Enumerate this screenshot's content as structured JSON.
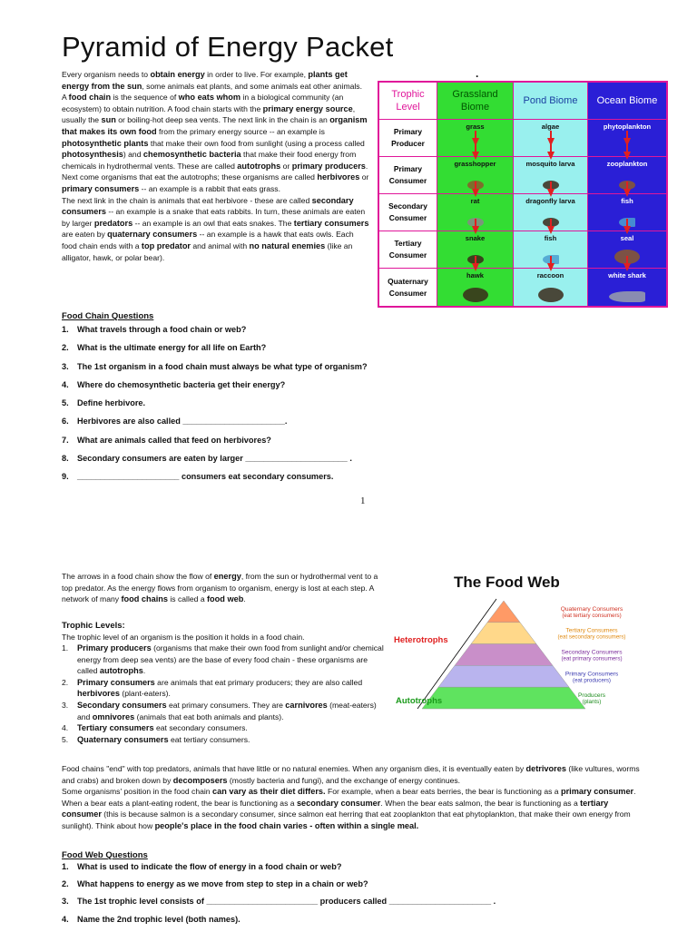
{
  "page1": {
    "title": "Pyramid of Energy Packet",
    "dot": ".",
    "intro": [
      {
        "t": "Every organism needs to "
      },
      {
        "b": "obtain energy"
      },
      {
        "t": " in order to live.  For example, "
      },
      {
        "b": "plants get energy from the sun"
      },
      {
        "t": ", some animals eat plants, and some animals eat other animals."
      },
      {
        "br": true
      },
      {
        "t": "A "
      },
      {
        "b": "food chain"
      },
      {
        "t": " is the sequence of "
      },
      {
        "b": "who eats whom"
      },
      {
        "t": " in a biological community (an ecosystem) to obtain nutrition.  A food chain starts with the "
      },
      {
        "b": "primary energy source"
      },
      {
        "t": ", usually the "
      },
      {
        "b": "sun"
      },
      {
        "t": " or boiling-hot deep sea vents.  The next link in the chain is an "
      },
      {
        "b": "organism that makes its own food"
      },
      {
        "t": " from the primary energy source -- an example is "
      },
      {
        "b": "photosynthetic plants"
      },
      {
        "t": " that make their own food from sunlight (using a process called "
      },
      {
        "b": "photosynthesis"
      },
      {
        "t": ") and "
      },
      {
        "b": "chemosynthetic bacteria"
      },
      {
        "t": " that make their food energy from chemicals in hydrothermal vents.  These are called "
      },
      {
        "b": "autotrophs"
      },
      {
        "t": " or "
      },
      {
        "b": "primary producers"
      },
      {
        "t": "."
      },
      {
        "br": true
      },
      {
        "t": "Next come organisms that eat the autotrophs; these organisms are called "
      },
      {
        "b": "herbivores"
      },
      {
        "t": " or "
      },
      {
        "b": "primary consumers"
      },
      {
        "t": " -- an example is a rabbit that eats grass."
      },
      {
        "br": true
      },
      {
        "t": "The next link in the chain is animals that eat herbivore - these are called "
      },
      {
        "b": "secondary consumers"
      },
      {
        "t": " -- an example is a snake that eats rabbits.  In turn, these animals are eaten by larger "
      },
      {
        "b": "predators"
      },
      {
        "t": " -- an example is an owl that eats snakes.  The "
      },
      {
        "b": "tertiary consumers"
      },
      {
        "t": " are eaten by "
      },
      {
        "b": "quaternary consumers"
      },
      {
        "t": " -- an example is a hawk that eats owls.  Each food chain ends with a "
      },
      {
        "b": "top predator"
      },
      {
        "t": " and animal with "
      },
      {
        "b": "no natural enemies"
      },
      {
        "t": " (like an alligator, hawk, or polar bear)."
      }
    ],
    "food_chain_questions": {
      "heading": "Food Chain Questions",
      "items": [
        {
          "num": "1.",
          "text": "What travels through a food chain or web?"
        },
        {
          "num": "2.",
          "text": "What is the ultimate energy for all life on Earth?"
        },
        {
          "num": "3.",
          "text": "The 1st organism in a food chain must always be what type of organism?"
        },
        {
          "num": "4.",
          "text": "Where do chemosynthetic bacteria get their energy?"
        },
        {
          "num": "5.",
          "text": "Define herbivore."
        },
        {
          "num": "6.",
          "text": "Herbivores are also called ______________________."
        },
        {
          "num": "7.",
          "text": "What are animals called that feed on herbivores?"
        },
        {
          "num": "8.",
          "text": "Secondary consumers are eaten by larger ______________________ ."
        },
        {
          "num": "9.",
          "text": "______________________ consumers eat secondary consumers."
        }
      ]
    },
    "page_number": "1"
  },
  "trophic_table": {
    "headers": [
      "Trophic Level",
      "Grassland Biome",
      "Pond Biome",
      "Ocean Biome"
    ],
    "rows": [
      {
        "level": "Primary Producer",
        "grassland": "grass",
        "pond": "algae",
        "ocean": "phytoplankton"
      },
      {
        "level": "Primary Consumer",
        "grassland": "grasshopper",
        "pond": "mosquito larva",
        "ocean": "zooplankton"
      },
      {
        "level": "Secondary Consumer",
        "grassland": "rat",
        "pond": "dragonfly larva",
        "ocean": "fish"
      },
      {
        "level": "Tertiary Consumer",
        "grassland": "snake",
        "pond": "fish",
        "ocean": "seal"
      },
      {
        "level": "Quaternary Consumer",
        "grassland": "hawk",
        "pond": "raccoon",
        "ocean": "white shark"
      }
    ],
    "colors": {
      "border": "#e0169a",
      "grassland": "#33dd33",
      "pond": "#99f0ee",
      "ocean": "#2a1fd6",
      "arrow": "#e02020"
    }
  },
  "page2": {
    "intro": [
      {
        "t": "The arrows in a food chain show the flow of "
      },
      {
        "b": "energy"
      },
      {
        "t": ", from the sun or hydrothermal vent to a top predator.  As the energy flows from organism to organism, energy is lost at each step.  A network of many "
      },
      {
        "b": "food chains"
      },
      {
        "t": " is called a "
      },
      {
        "b": "food web"
      },
      {
        "t": "."
      }
    ],
    "trophic_levels_heading": "Trophic Levels:",
    "trophic_levels_intro": "The trophic level of an organism is the position it holds in a food chain.",
    "trophic_levels": [
      {
        "num": "1.",
        "parts": [
          {
            "b": "Primary producers"
          },
          {
            "t": " (organisms that make their own food from sunlight and/or chemical energy from deep sea vents) are the base of every food chain - these organisms are called "
          },
          {
            "b": "autotrophs"
          },
          {
            "t": "."
          }
        ]
      },
      {
        "num": "2.",
        "parts": [
          {
            "b": "Primary consumers"
          },
          {
            "t": " are animals that eat primary producers; they are also called "
          },
          {
            "b": "herbivores"
          },
          {
            "t": " (plant-eaters)."
          }
        ]
      },
      {
        "num": "3.",
        "parts": [
          {
            "b": "Secondary consumers"
          },
          {
            "t": " eat primary consumers.  They are "
          },
          {
            "b": "carnivores"
          },
          {
            "t": " (meat-eaters) and "
          },
          {
            "b": "omnivores"
          },
          {
            "t": " (animals that eat both animals and plants)."
          }
        ]
      },
      {
        "num": "4.",
        "parts": [
          {
            "b": "Tertiary consumers"
          },
          {
            "t": " eat secondary consumers."
          }
        ]
      },
      {
        "num": "5.",
        "parts": [
          {
            "b": "Quaternary consumers"
          },
          {
            "t": " eat tertiary consumers."
          }
        ]
      }
    ],
    "endnote": [
      {
        "t": "Food chains \"end\" with top predators, animals that have little or no natural enemies.  When any organism dies, it is eventually eaten by "
      },
      {
        "b": "detrivores"
      },
      {
        "t": " (like vultures, worms and crabs) and broken down by "
      },
      {
        "b": "decomposers"
      },
      {
        "t": " (mostly bacteria and fungi), and the exchange of energy continues."
      },
      {
        "br": true
      },
      {
        "t": "Some organisms' position in the food chain "
      },
      {
        "b": "can vary as their diet differs."
      },
      {
        "t": "  For example, when a bear eats berries, the bear is functioning as a "
      },
      {
        "b": "primary consumer"
      },
      {
        "t": ".  When a bear eats a plant-eating rodent, the bear is functioning as a "
      },
      {
        "b": "secondary consumer"
      },
      {
        "t": ".  When the bear eats salmon, the bear is functioning as a "
      },
      {
        "b": "tertiary consumer"
      },
      {
        "t": " (this is because salmon is a secondary consumer, since salmon eat herring that eat zooplankton that eat phytoplankton, that make their own energy from sunlight).  Think about how "
      },
      {
        "b": "people's place in the food chain varies - often within a single meal."
      }
    ],
    "food_web_questions": {
      "heading": "Food Web Questions",
      "items": [
        {
          "num": "1.",
          "text": "What is used to indicate the flow of energy in a food chain or web?"
        },
        {
          "num": "2.",
          "text": "What happens to energy as we move from step to step in a chain or web?"
        },
        {
          "num": "3.",
          "text": "The 1st trophic level consists of ________________________ producers called ______________________ ."
        },
        {
          "num": "4.",
          "text": "Name the 2nd trophic level (both names)."
        }
      ]
    }
  },
  "food_web": {
    "title": "The Food Web",
    "heterotrophs": "Heterotrophs",
    "autotrophs": "Autotrophs",
    "levels": [
      {
        "label": "Quaternary Consumers",
        "sub": "(eat tertiary consumers)",
        "color": "#ff9a66",
        "text_color": "#d03020"
      },
      {
        "label": "Tertiary Consumers",
        "sub": "(eat secondary consumers)",
        "color": "#ffd88a",
        "text_color": "#e08a10"
      },
      {
        "label": "Secondary Consumers",
        "sub": "(eat primary consumers)",
        "color": "#c98fc9",
        "text_color": "#7a2a9a"
      },
      {
        "label": "Primary Consumers",
        "sub": "(eat producers)",
        "color": "#b9b4ee",
        "text_color": "#3a3ab0"
      },
      {
        "label": "Producers",
        "sub": "(plants)",
        "color": "#5fe35f",
        "text_color": "#1a8a1a"
      }
    ],
    "colors": {
      "heterotrophs": "#e02020",
      "autotrophs": "#1a9a1a"
    }
  }
}
